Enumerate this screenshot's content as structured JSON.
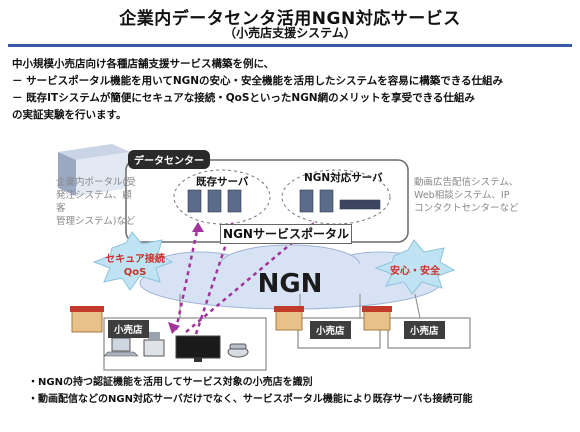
{
  "header": {
    "title": "企業内データセンタ活用NGN対応サービス",
    "subtitle": "（小売店支援システム）"
  },
  "intro": {
    "lines": [
      "中小規模小売店向け各種店舗支援サービス構築を例に、",
      "－ サービスポータル機能を用いてNGNの安心・安全機能を活用したシステムを容易に構築できる仕組み",
      "－ 既存ITシステムが簡便にセキュアな接続・QoSといったNGN網のメリットを享受できる仕組み",
      "の実証実験を行います。"
    ]
  },
  "diagram": {
    "datacenter_label": "データセンター",
    "left_systems": [
      "企業内ポータル(受",
      "発注システム、顧客",
      "管理システム)など"
    ],
    "right_systems": [
      "動画広告配信システム、",
      "Web相談システム、IP",
      "コンタクトセンターなど"
    ],
    "existing_server_label": "既存サーバ",
    "ngn_server_label": "NGN対応サーバ",
    "portal_label": "NGNサービスポータル",
    "ngn_label": "NGN",
    "secure_label": [
      "セキュア接続",
      "QoS"
    ],
    "safety_label": "安心・安全",
    "store_label": "小売店",
    "colors": {
      "accent": "#c8322a",
      "cloud": "#d7e3f4",
      "arrow": "#a2329c"
    }
  },
  "bullets": [
    "・NGNの持つ認証機能を活用してサービス対象の小売店を識別",
    "・動画配信などのNGN対応サーバだけでなく、サービスポータル機能により既存サーバも接続可能"
  ]
}
